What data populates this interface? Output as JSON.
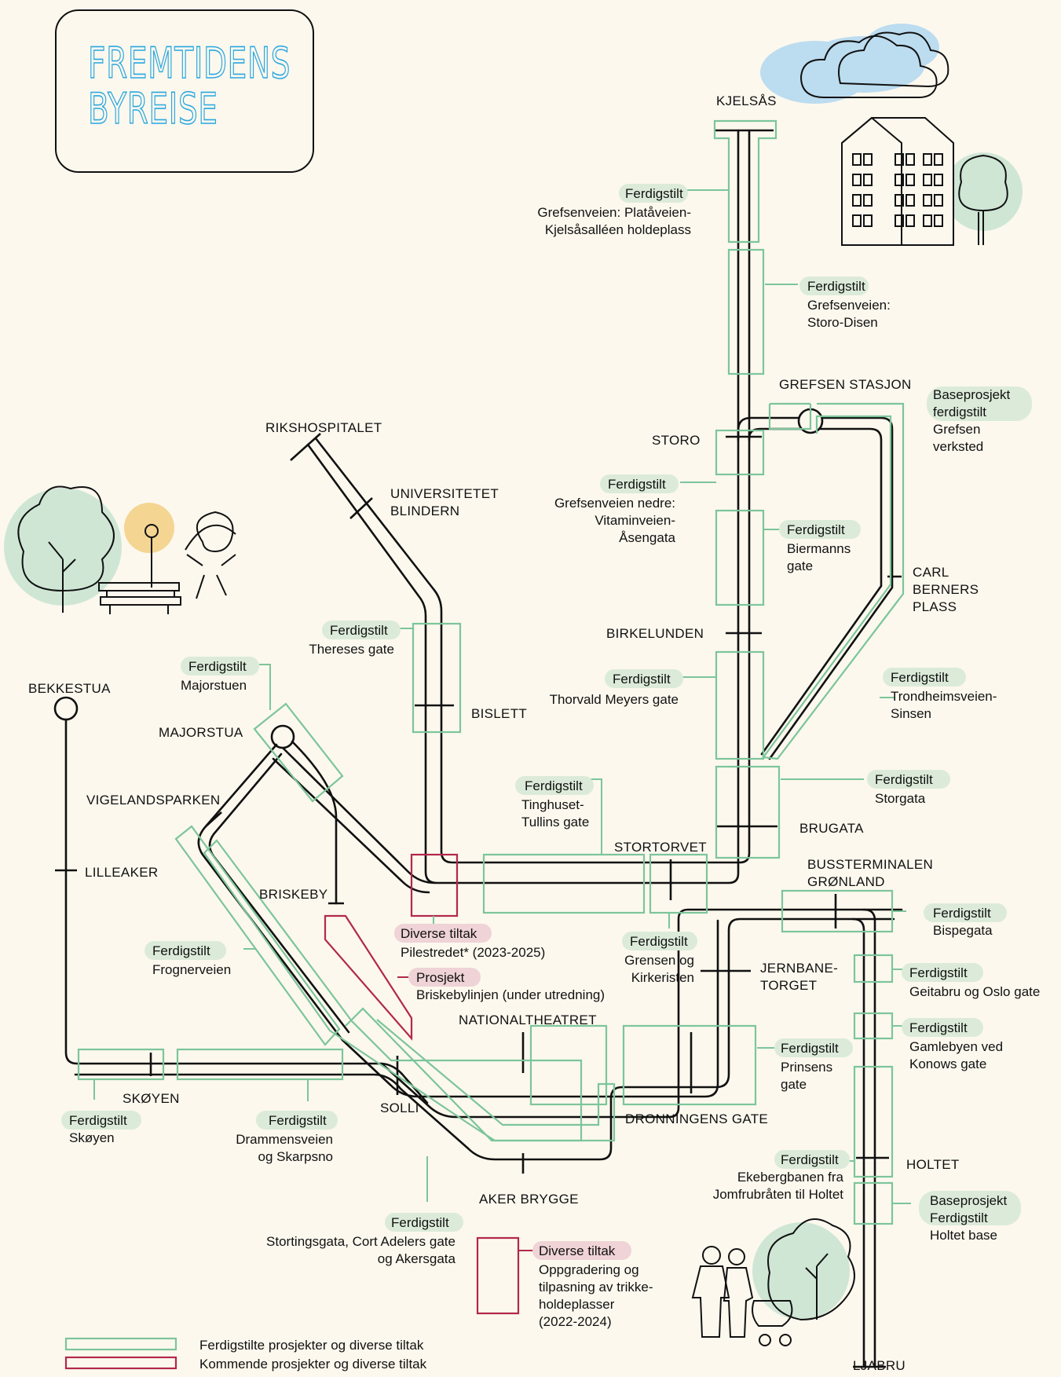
{
  "title": {
    "line1": "FREMTIDENS",
    "line2": "BYREISE"
  },
  "stations": {
    "kjelsas": "KJELSÅS",
    "grefsen_stasjon": "GREFSEN STASJON",
    "storo": "STORO",
    "rikshospitalet": "RIKSHOSPITALET",
    "universitetet_1": "UNIVERSITETET",
    "universitetet_2": "BLINDERN",
    "carl_1": "CARL",
    "carl_2": "BERNERS",
    "carl_3": "PLASS",
    "birkelunden": "BIRKELUNDEN",
    "bislett": "BISLETT",
    "bekkestua": "BEKKESTUA",
    "majorstua": "MAJORSTUA",
    "vigelandsparken": "VIGELANDSPARKEN",
    "lilleaker": "LILLEAKER",
    "briskeby": "BRISKEBY",
    "stortorvet": "STORTORVET",
    "brugata": "BRUGATA",
    "bussterminalen_1": "BUSSTERMINALEN",
    "bussterminalen_2": "GRØNLAND",
    "jernbanetorget_1": "JERNBANE-",
    "jernbanetorget_2": "TORGET",
    "nationaltheatret": "NATIONALTHEATRET",
    "skoyen": "SKØYEN",
    "solli": "SOLLI",
    "dronningens_gate": "DRONNINGENS GATE",
    "aker_brygge": "AKER BRYGGE",
    "holtet": "HOLTET",
    "ljabru": "LJABRU"
  },
  "projects": {
    "kjelsas": {
      "tag": "Ferdigstilt",
      "l1": "Grefsenveien: Platåveien-",
      "l2": "Kjelsåsalléen holdeplass"
    },
    "storo_disen": {
      "tag": "Ferdigstilt",
      "l1": "Grefsenveien:",
      "l2": "Storo-Disen"
    },
    "grefsen_base": {
      "tag1": "Baseprosjekt",
      "tag2": "ferdigstilt",
      "l1": "Grefsen",
      "l2": "verksted"
    },
    "grefsen_nedre": {
      "tag": "Ferdigstilt",
      "l1": "Grefsenveien nedre:",
      "l2": "Vitaminveien-",
      "l3": "Åsengata"
    },
    "biermanns": {
      "tag": "Ferdigstilt",
      "l1": "Biermanns",
      "l2": "gate"
    },
    "theresesgate": {
      "tag": "Ferdigstilt",
      "l1": "Thereses gate"
    },
    "majorstuen": {
      "tag": "Ferdigstilt",
      "l1": "Majorstuen"
    },
    "thorvald": {
      "tag": "Ferdigstilt",
      "l1": "Thorvald Meyers gate"
    },
    "trondheimsveien": {
      "tag": "Ferdigstilt",
      "l1": "Trondheimsveien-",
      "l2": "Sinsen"
    },
    "storgata": {
      "tag": "Ferdigstilt",
      "l1": "Storgata"
    },
    "tinghuset": {
      "tag": "Ferdigstilt",
      "l1": "Tinghuset-",
      "l2": "Tullins gate"
    },
    "pilestredet": {
      "tag": "Diverse tiltak",
      "l1": "Pilestredet* (2023-2025)"
    },
    "grensen": {
      "tag": "Ferdigstilt",
      "l1": "Grensen og",
      "l2": "Kirkeristen"
    },
    "bispegata": {
      "tag": "Ferdigstilt",
      "l1": "Bispegata"
    },
    "frognerveien": {
      "tag": "Ferdigstilt",
      "l1": "Frognerveien"
    },
    "briskebylinjen": {
      "tag": "Prosjekt",
      "l1": "Briskebylinjen (under utredning)"
    },
    "geitabru": {
      "tag": "Ferdigstilt",
      "l1": "Geitabru og Oslo gate"
    },
    "gamlebyen": {
      "tag": "Ferdigstilt",
      "l1": "Gamlebyen ved",
      "l2": "Konows gate"
    },
    "prinsens": {
      "tag": "Ferdigstilt",
      "l1": "Prinsens",
      "l2": "gate"
    },
    "skoyen": {
      "tag": "Ferdigstilt",
      "l1": "Skøyen"
    },
    "drammensveien": {
      "tag": "Ferdigstilt",
      "l1": "Drammensveien",
      "l2": "og Skarpsno"
    },
    "ekeberg": {
      "tag": "Ferdigstilt",
      "l1": "Ekebergbanen fra",
      "l2": "Jomfrubråten til Holtet"
    },
    "holtet_base": {
      "tag1": "Baseprosjekt",
      "tag2": "Ferdigstilt",
      "l1": "Holtet base"
    },
    "stortingsgata": {
      "tag": "Ferdigstilt",
      "l1": "Stortingsgata, Cort Adelers gate",
      "l2": "og Akersgata"
    },
    "oppgradering": {
      "tag": "Diverse tiltak",
      "l1": "Oppgradering og",
      "l2": "tilpasning av trikke-",
      "l3": "holdeplasser",
      "l4": "(2022-2024)"
    }
  },
  "legend": {
    "completed": "Ferdigstilte prosjekter og diverse tiltak",
    "upcoming": "Kommende prosjekter og diverse tiltak"
  },
  "colors": {
    "completed": "#7cc59a",
    "upcoming": "#b2284c",
    "track": "#111111",
    "title": "#2aa7e0",
    "tag_completed": "#dcebd9",
    "tag_upcoming": "#efd3d6",
    "background": "#fcf8ee"
  }
}
